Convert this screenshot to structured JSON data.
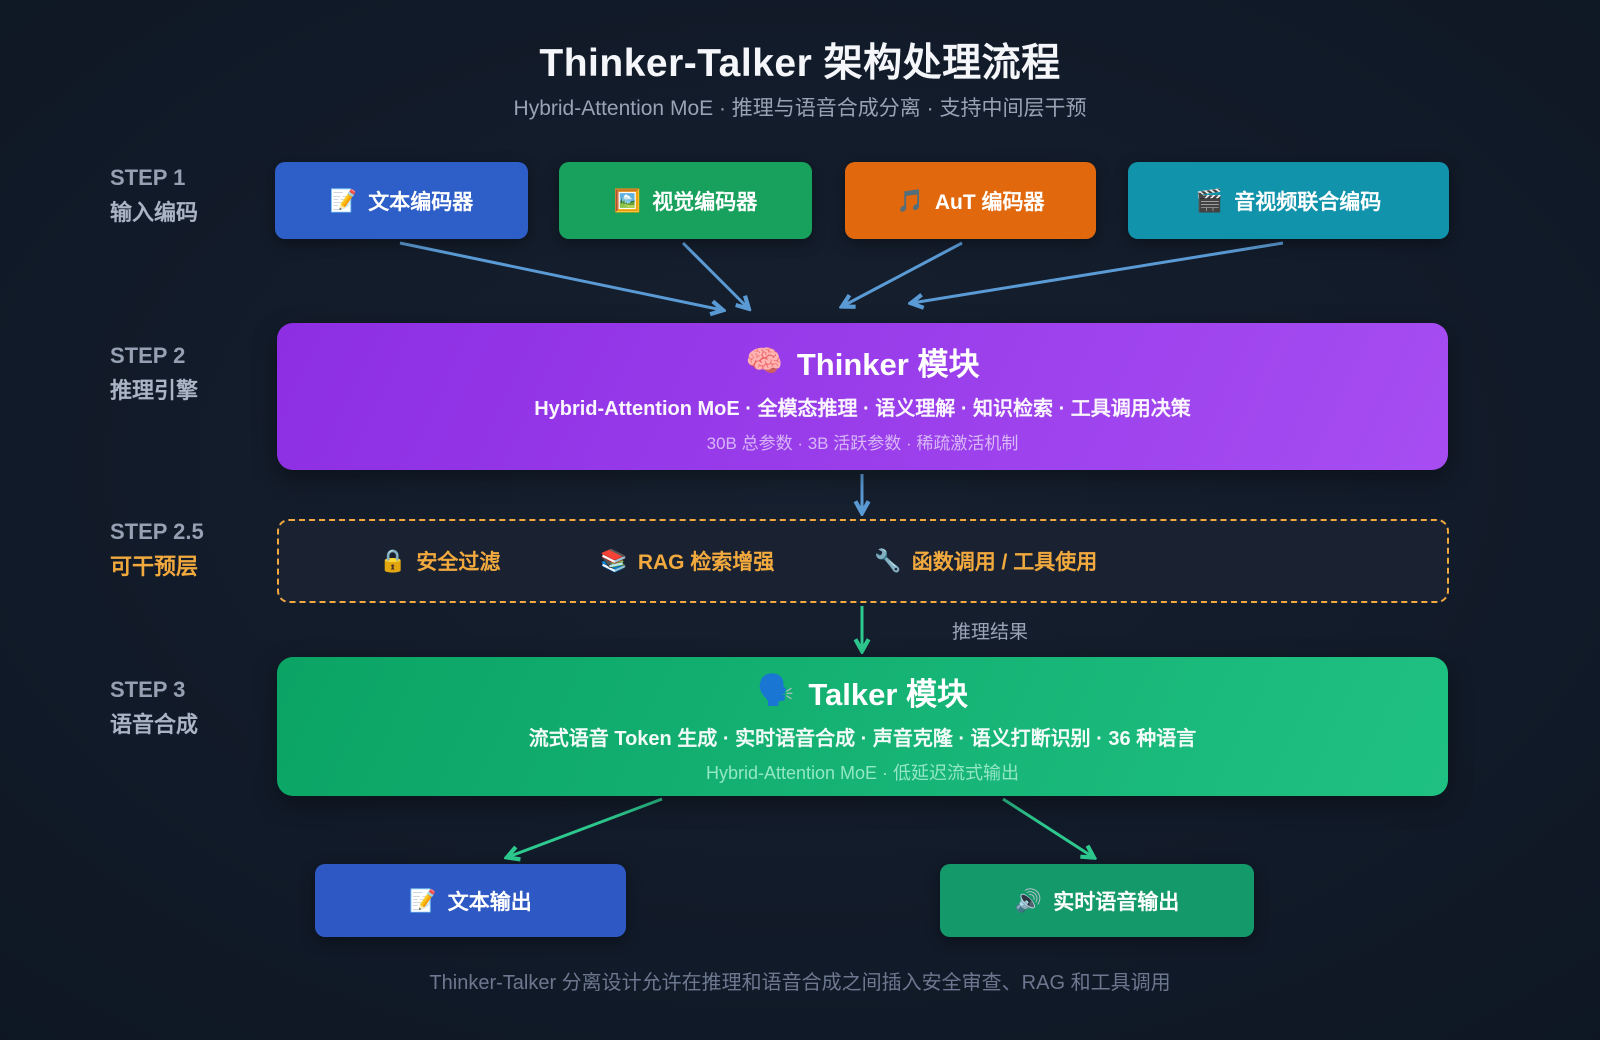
{
  "title": "Thinker-Talker 架构处理流程",
  "subtitle": "Hybrid-Attention MoE · 推理与语音合成分离 · 支持中间层干预",
  "steps": {
    "step1": {
      "label": "STEP 1",
      "name": "输入编码"
    },
    "step2": {
      "label": "STEP 2",
      "name": "推理引擎"
    },
    "step25": {
      "label": "STEP 2.5",
      "name": "可干预层"
    },
    "step3": {
      "label": "STEP 3",
      "name": "语音合成"
    }
  },
  "encoders": [
    {
      "icon": "📝",
      "icon_name": "memo-icon",
      "label": "文本编码器",
      "color": "#2e5ec8"
    },
    {
      "icon": "🖼️",
      "icon_name": "picture-icon",
      "label": "视觉编码器",
      "color": "#17a15c"
    },
    {
      "icon": "🎵",
      "icon_name": "music-note-icon",
      "label": "AuT 编码器",
      "color": "#e2680e"
    },
    {
      "icon": "🎬",
      "icon_name": "clapperboard-icon",
      "label": "音视频联合编码",
      "color": "#1193ab"
    }
  ],
  "thinker": {
    "icon": "🧠",
    "title": "Thinker 模块",
    "line1": "Hybrid-Attention MoE · 全模态推理 · 语义理解 · 知识检索 · 工具调用决策",
    "line2": "30B 总参数 · 3B 活跃参数 · 稀疏激活机制"
  },
  "intervention": {
    "items": [
      {
        "icon": "🔒",
        "icon_name": "lock-icon",
        "label": "安全过滤"
      },
      {
        "icon": "📚",
        "icon_name": "books-icon",
        "label": "RAG 检索增强"
      },
      {
        "icon": "🔧",
        "icon_name": "wrench-icon",
        "label": "函数调用 / 工具使用"
      }
    ],
    "result_label": "推理结果"
  },
  "talker": {
    "icon": "🗣️",
    "title": "Talker 模块",
    "line1": "流式语音 Token 生成 · 实时语音合成 · 声音克隆 · 语义打断识别 · 36 种语言",
    "line2": "Hybrid-Attention MoE · 低延迟流式输出"
  },
  "outputs": [
    {
      "icon": "📝",
      "icon_name": "memo-icon",
      "label": "文本输出",
      "color": "#2e59c4"
    },
    {
      "icon": "🔊",
      "icon_name": "speaker-icon",
      "label": "实时语音输出",
      "color": "#14996a"
    }
  ],
  "footer": "Thinker-Talker 分离设计允许在推理和语音合成之间插入安全审查、RAG 和工具调用",
  "colors": {
    "bg": "#121b2b",
    "enc-text": "#2e5ec8",
    "enc-vision": "#17a15c",
    "enc-aut": "#e2680e",
    "enc-av": "#1193ab",
    "thinker-a": "#8d2ee3",
    "thinker-b": "#a64df2",
    "talker-a": "#0ba465",
    "talker-b": "#1fc183",
    "out-text": "#2e59c4",
    "out-voice": "#14996a",
    "arrow-blue": "#5b9bd5",
    "arrow-green": "#2dc98f",
    "amber": "#f2a93d"
  }
}
